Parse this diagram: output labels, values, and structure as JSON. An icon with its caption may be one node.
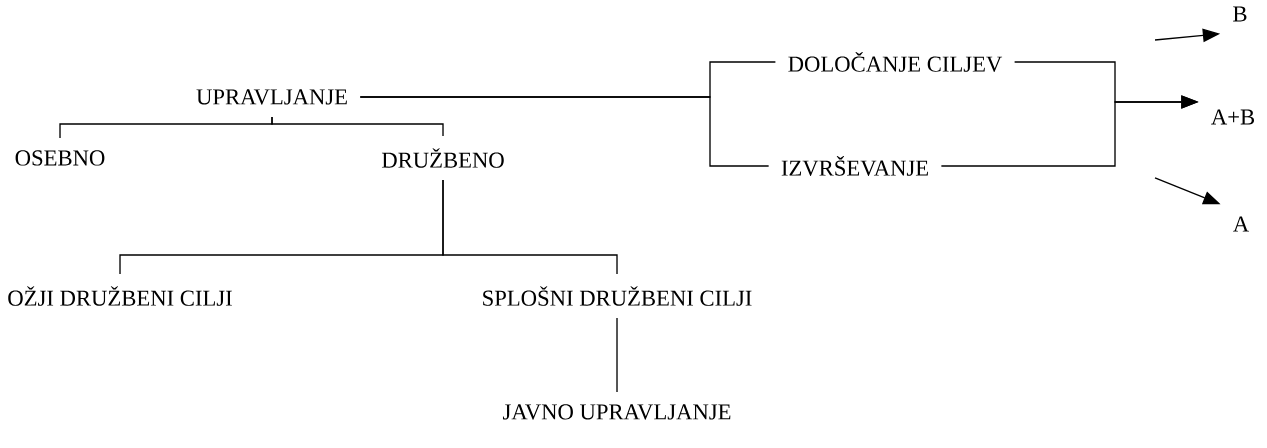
{
  "diagram": {
    "nodes": [
      {
        "text": [
          "UPRAVLJANJE"
        ]
      },
      {
        "text": [
          "OSEBNO"
        ]
      },
      {
        "text": [
          "DRUŽBENO"
        ]
      },
      {
        "text": [
          "OŽJI DRUŽBENI CILJI"
        ]
      },
      {
        "text": [
          "SPLOŠNI DRUŽBENI CILJI"
        ]
      },
      {
        "text": [
          "JAVNO UPRAVLJANJE"
        ]
      },
      {
        "text": [
          "DOLOČANJE CILJEV"
        ]
      },
      {
        "text": [
          "IZVRŠEVANJE"
        ]
      },
      {
        "text": [
          "B"
        ]
      },
      {
        "text": [
          "A+B"
        ]
      },
      {
        "text": [
          "A"
        ]
      }
    ],
    "edges": [
      {
        "from": 0,
        "to": 1,
        "arrow": "none"
      },
      {
        "from": 0,
        "to": 2,
        "arrow": "none"
      },
      {
        "from": 2,
        "to": 3,
        "arrow": "none"
      },
      {
        "from": 2,
        "to": 4,
        "arrow": "none"
      },
      {
        "from": 4,
        "to": 5,
        "arrow": "none"
      },
      {
        "from": 0,
        "to": 6,
        "arrow": "none"
      },
      {
        "from": 0,
        "to": 7,
        "arrow": "none"
      },
      {
        "from": 6,
        "to": 9,
        "arrow": "to"
      },
      {
        "from": 7,
        "to": 9,
        "arrow": "to"
      },
      {
        "from": null,
        "to": 8,
        "arrow": "to"
      },
      {
        "from": null,
        "to": 10,
        "arrow": "to"
      }
    ]
  }
}
